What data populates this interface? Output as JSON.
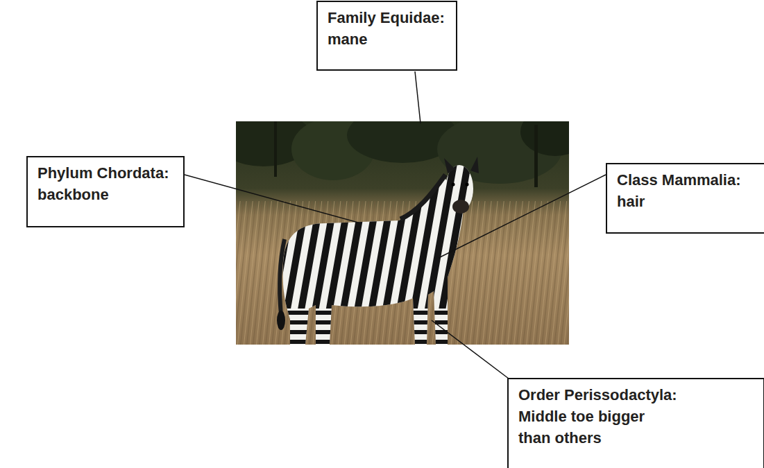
{
  "diagram": {
    "nodes": [
      {
        "text": [
          "Family Equidae:",
          "mane"
        ]
      },
      {
        "text": [
          "Phylum Chordata:",
          "backbone"
        ]
      },
      {
        "text": [
          "Class Mammalia:",
          "hair"
        ]
      },
      {
        "text": [
          "Order Perissodactyla:",
          "Middle toe bigger than others"
        ]
      }
    ]
  }
}
